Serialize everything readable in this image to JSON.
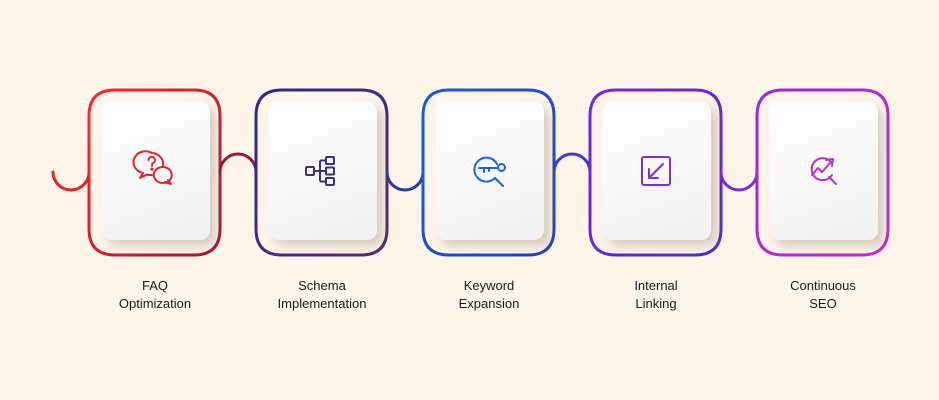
{
  "steps": [
    {
      "line1": "FAQ",
      "line2": "Optimization",
      "color": "#e8222b",
      "icon": "faq-bubbles-icon"
    },
    {
      "line1": "Schema",
      "line2": "Implementation",
      "color": "#3b2f7e",
      "icon": "hierarchy-icon"
    },
    {
      "line1": "Keyword",
      "line2": "Expansion",
      "color": "#1f63d8",
      "icon": "key-search-icon"
    },
    {
      "line1": "Internal",
      "line2": "Linking",
      "color": "#7a2fe0",
      "icon": "arrow-down-left-icon"
    },
    {
      "line1": "Continuous",
      "line2": "SEO",
      "color": "#b030d0",
      "icon": "growth-search-icon"
    }
  ]
}
